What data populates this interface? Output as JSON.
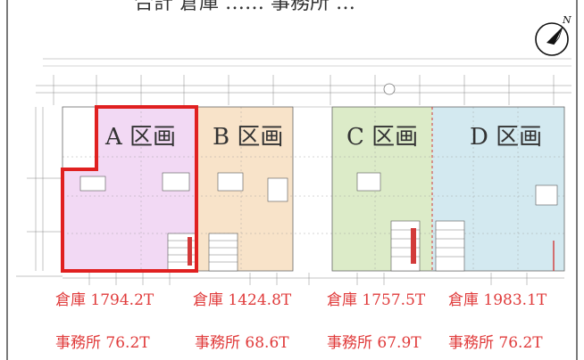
{
  "header": {
    "text": "合計 倉庫 …… 事務所 …"
  },
  "colors": {
    "zone_a": "#f2d9f4",
    "zone_b": "#f8e3c9",
    "zone_c": "#dcebc8",
    "zone_d": "#d3e9f0",
    "highlight": "#e02020",
    "stat_text": "#e03a3a"
  },
  "zones": [
    {
      "label": "A 区画",
      "warehouse": "倉庫 1794.2T",
      "office": "事務所 76.2T"
    },
    {
      "label": "B 区画",
      "warehouse": "倉庫 1424.8T",
      "office": "事務所 68.6T"
    },
    {
      "label": "C 区画",
      "warehouse": "倉庫 1757.5T",
      "office": "事務所 67.9T"
    },
    {
      "label": "D 区画",
      "warehouse": "倉庫 1983.1T",
      "office": "事務所 76.2T"
    }
  ],
  "icons": {
    "north_arrow": "compass-north-icon"
  },
  "north_label": "N"
}
